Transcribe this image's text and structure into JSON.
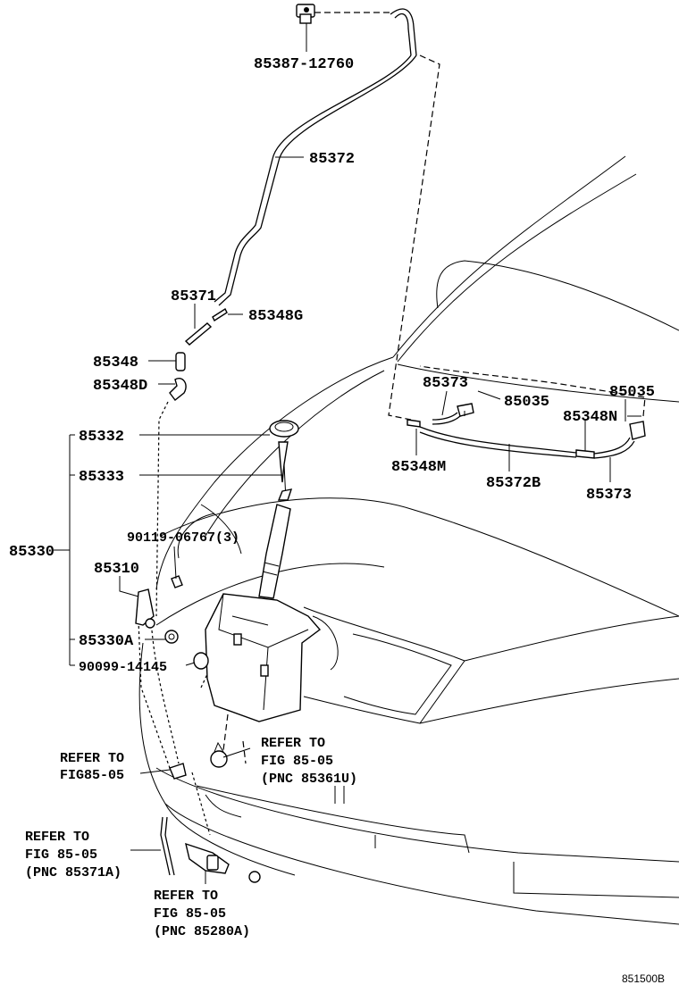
{
  "parts": {
    "p85387": "85387-12760",
    "p85372": "85372",
    "p85371": "85371",
    "p85348g": "85348G",
    "p85348": "85348",
    "p85348d": "85348D",
    "p85332": "85332",
    "p85333": "85333",
    "p85330": "85330",
    "p90119": "90119-06767(3)",
    "p85310": "85310",
    "p85330a": "85330A",
    "p90099": "90099-14145",
    "p85373_a": "85373",
    "p85035_a": "85035",
    "p85035_b": "85035",
    "p85348n": "85348N",
    "p85348m": "85348M",
    "p85372b": "85372B",
    "p85373_b": "85373"
  },
  "refs": {
    "ref1": [
      "REFER TO",
      "FIG85-05"
    ],
    "ref2": [
      "REFER TO",
      "FIG 85-05",
      "(PNC 85361U)"
    ],
    "ref3": [
      "REFER TO",
      "FIG 85-05",
      "(PNC 85371A)"
    ],
    "ref4": [
      "REFER TO",
      "FIG 85-05",
      "(PNC 85280A)"
    ]
  },
  "diagram_code": "851500B"
}
